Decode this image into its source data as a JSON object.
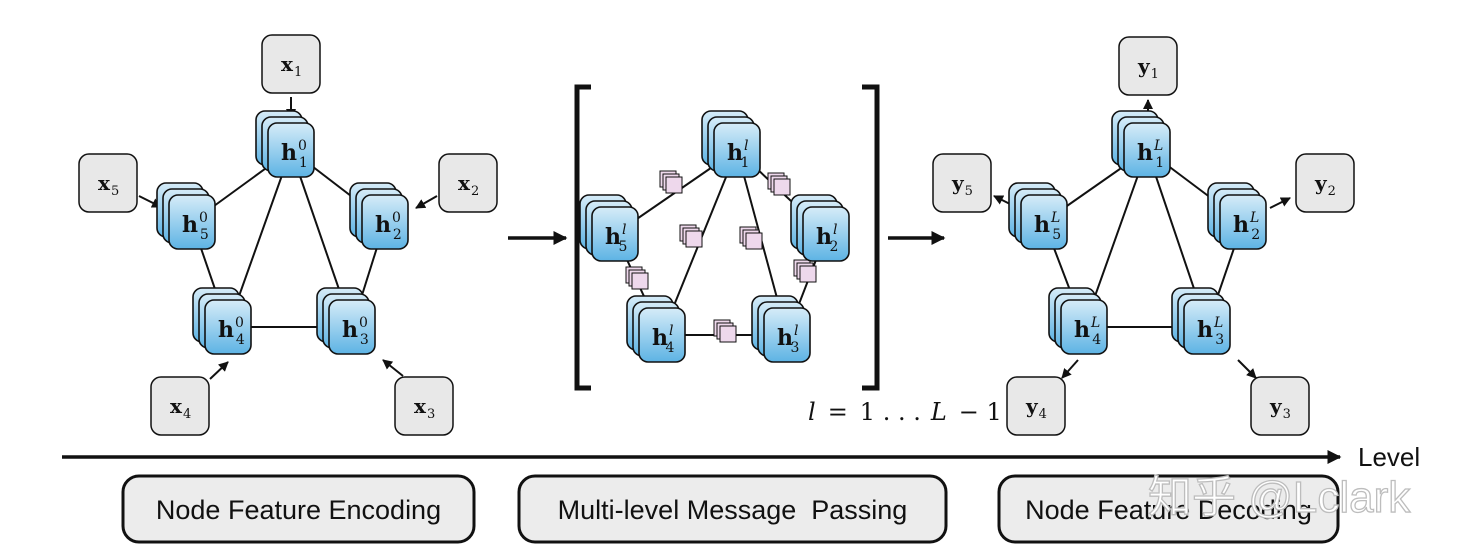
{
  "encoding": {
    "inputs": [
      {
        "base": "x",
        "sub": "1"
      },
      {
        "base": "x",
        "sub": "2"
      },
      {
        "base": "x",
        "sub": "3"
      },
      {
        "base": "x",
        "sub": "4"
      },
      {
        "base": "x",
        "sub": "5"
      }
    ],
    "nodes": [
      {
        "base": "h",
        "sub": "1",
        "sup": "0"
      },
      {
        "base": "h",
        "sub": "2",
        "sup": "0"
      },
      {
        "base": "h",
        "sub": "3",
        "sup": "0"
      },
      {
        "base": "h",
        "sub": "4",
        "sup": "0"
      },
      {
        "base": "h",
        "sub": "5",
        "sup": "0"
      }
    ]
  },
  "message_passing": {
    "nodes": [
      {
        "base": "h",
        "sub": "1",
        "sup": "l"
      },
      {
        "base": "h",
        "sub": "2",
        "sup": "l"
      },
      {
        "base": "h",
        "sub": "3",
        "sup": "l"
      },
      {
        "base": "h",
        "sub": "4",
        "sup": "l"
      },
      {
        "base": "h",
        "sub": "5",
        "sup": "l"
      }
    ],
    "range": {
      "l": "l",
      "eq": "=",
      "mid": "1 . . .",
      "L": "L",
      "tail": "− 1"
    }
  },
  "decoding": {
    "outputs": [
      {
        "base": "y",
        "sub": "1"
      },
      {
        "base": "y",
        "sub": "2"
      },
      {
        "base": "y",
        "sub": "3"
      },
      {
        "base": "y",
        "sub": "4"
      },
      {
        "base": "y",
        "sub": "5"
      }
    ],
    "nodes": [
      {
        "base": "h",
        "sub": "1",
        "sup": "L"
      },
      {
        "base": "h",
        "sub": "2",
        "sup": "L"
      },
      {
        "base": "h",
        "sub": "3",
        "sup": "L"
      },
      {
        "base": "h",
        "sub": "4",
        "sup": "L"
      },
      {
        "base": "h",
        "sub": "5",
        "sup": "L"
      }
    ]
  },
  "axis": {
    "label": "Level"
  },
  "stages": [
    {
      "label": "Node Feature Encoding"
    },
    {
      "label": "Multi-level Message  Passing"
    },
    {
      "label": "Node Feature Decoding"
    }
  ],
  "watermark": {
    "text": "知乎 @Lclark"
  },
  "colors": {
    "node_top": "#d6ecf8",
    "node_bottom": "#5db3e4",
    "message_fill": "#eed8ec",
    "io_box_fill": "#e8e8e8",
    "stage_fill": "#ececec",
    "stroke": "#111111"
  },
  "icons": {
    "message": "message-stack-icon",
    "node": "node-feature-stack"
  }
}
